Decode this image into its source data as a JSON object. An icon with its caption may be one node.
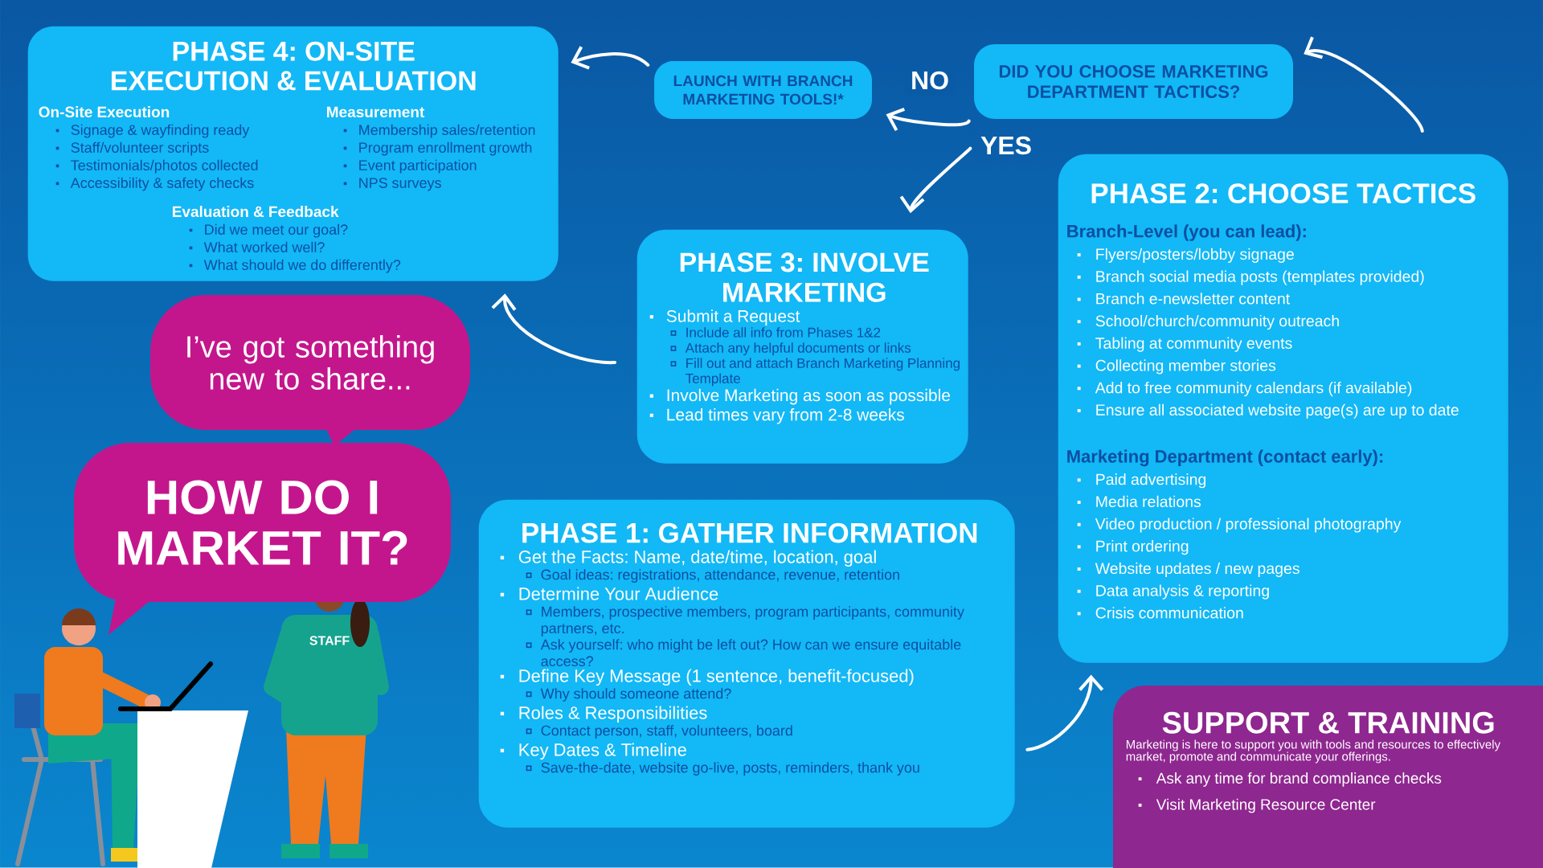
{
  "diagram": {
    "nodes": [
      {
        "text": [
          "PHASE 4: ON-SITE EXECUTION & EVALUATION",
          "On-Site Execution",
          "Signage & wayfinding ready",
          "Staff/volunteer scripts",
          "Testimonials/photos collected",
          "Accessibility & safety checks",
          "Measurement",
          "Membership sales/retention",
          "Program enrollment growth",
          "Event participation",
          "NPS surveys",
          "Evaluation & Feedback",
          "Did we meet our goal?",
          "What worked well?",
          "What should we do differently?"
        ]
      },
      {
        "text": [
          "LAUNCH WITH BRANCH MARKETING TOOLS!*"
        ]
      },
      {
        "text": [
          "DID YOU CHOOSE MARKETING DEPARTMENT TACTICS?"
        ]
      },
      {
        "text": [
          "PHASE 2: CHOOSE TACTICS",
          "Branch-Level (you can lead):",
          "Flyers/posters/lobby signage",
          "Branch social media posts (templates provided)",
          "Branch e-newsletter content",
          "School/church/community outreach",
          "Tabling at community events",
          "Collecting member stories",
          "Add to free community calendars (if available)",
          "Ensure all associated website page(s) are up to date",
          "Marketing Department (contact early):",
          "Paid advertising",
          "Media relations",
          "Video production / professional photography",
          "Print ordering",
          "Website updates / new pages",
          "Data analysis & reporting",
          "Crisis communication"
        ]
      },
      {
        "text": [
          "PHASE 3: INVOLVE MARKETING",
          "Submit a Request",
          "Include all info from Phases 1&2",
          "Attach any helpful documents or links",
          "Fill out and attach Branch Marketing Planning Template",
          "Involve Marketing as soon as possible",
          "Lead times vary from 2-8 weeks"
        ]
      },
      {
        "text": [
          "PHASE 1: GATHER INFORMATION",
          "Get the Facts: Name, date/time, location, goal",
          "Goal ideas: registrations, attendance, revenue, retention",
          "Determine Your Audience",
          "Members, prospective members, program participants, community partners, etc.",
          "Ask yourself: who might be left out? How can we ensure equitable access?",
          "Define Key Message (1 sentence, benefit-focused)",
          "Why should someone attend?",
          "Roles & Responsibilities",
          "Contact person, staff, volunteers, board",
          "Key Dates & Timeline",
          "Save-the-date, website go-live, posts, reminders, thank you"
        ]
      },
      {
        "text": [
          "I’ve got something new to share..."
        ]
      },
      {
        "text": [
          "HOW DO I MARKET IT?"
        ]
      },
      {
        "text": [
          "SUPPORT & TRAINING",
          "Marketing is here to support you with tools and resources to effectively market, promote and communicate your offerings.",
          "Ask any time for brand compliance checks",
          "Visit Marketing Resource Center"
        ]
      }
    ],
    "edges": [
      {
        "from": 5,
        "to": 3,
        "arrow": "to"
      },
      {
        "from": 3,
        "to": 2,
        "arrow": "to"
      },
      {
        "from": 2,
        "to": 1,
        "arrow": "to",
        "label": "NO"
      },
      {
        "from": 2,
        "to": 4,
        "arrow": "to",
        "label": "YES"
      },
      {
        "from": 1,
        "to": 0,
        "arrow": "to"
      },
      {
        "from": 4,
        "to": 0,
        "arrow": "to"
      }
    ],
    "labels": [
      "STAFF"
    ]
  }
}
